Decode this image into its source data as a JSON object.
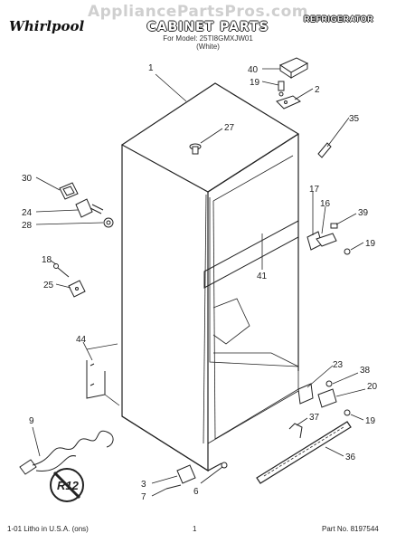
{
  "header": {
    "watermark": "AppliancePartsPros.com",
    "brand": "Whirlpool",
    "title": "CABINET PARTS",
    "model_line": "For Model: 25TI8GMXJW01",
    "variant": "(White)",
    "category": "REFRIGERATOR"
  },
  "footer": {
    "print_note": "1-01 Litho in U.S.A. (ons)",
    "page_number": "1",
    "part_no": "Part No. 8197544"
  },
  "badge": "R12",
  "callouts": [
    "1",
    "40",
    "19",
    "2",
    "35",
    "27",
    "30",
    "24",
    "28",
    "17",
    "16",
    "39",
    "19",
    "18",
    "25",
    "41",
    "44",
    "23",
    "38",
    "20",
    "19",
    "9",
    "37",
    "36",
    "3",
    "7",
    "6"
  ]
}
